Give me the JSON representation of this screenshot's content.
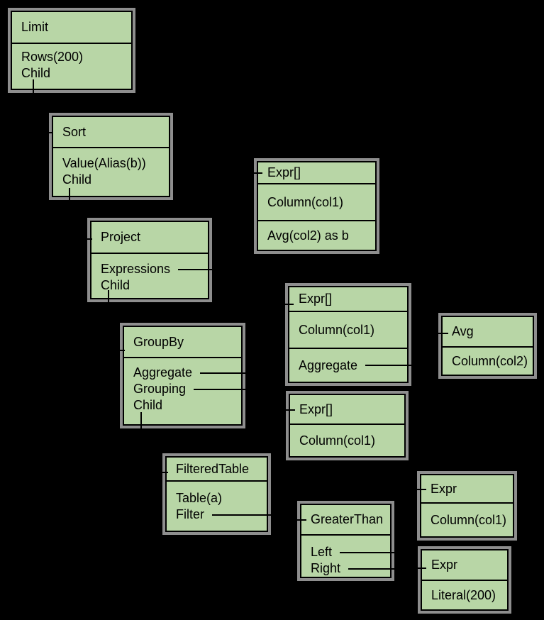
{
  "diagram": {
    "kind": "query-plan-tree",
    "colors": {
      "background": "#000000",
      "node_fill": "#b8d6a6",
      "node_shadow": "#8e8e8e",
      "node_border": "#000000",
      "connector": "#000000",
      "text": "#000000"
    },
    "nodes": {
      "limit": {
        "title": "Limit",
        "fields": [
          "Rows(200)",
          "Child"
        ]
      },
      "sort": {
        "title": "Sort",
        "fields": [
          "Value(Alias(b))",
          "Child"
        ]
      },
      "project": {
        "title": "Project",
        "fields": [
          "Expressions",
          "Child"
        ]
      },
      "groupby": {
        "title": "GroupBy",
        "fields": [
          "Aggregate",
          "Grouping",
          "Child"
        ]
      },
      "filteredtable": {
        "title": "FilteredTable",
        "fields": [
          "Table(a)",
          "Filter"
        ]
      },
      "greaterthan": {
        "title": "GreaterThan",
        "fields": [
          "Left",
          "Right"
        ]
      },
      "expr_list_1": {
        "title": "Expr[]",
        "fields": [
          "Column(col1)",
          "Avg(col2) as b"
        ]
      },
      "expr_list_2": {
        "title": "Expr[]",
        "fields": [
          "Column(col1)",
          "Aggregate"
        ]
      },
      "expr_list_3": {
        "title": "Expr[]",
        "fields": [
          "Column(col1)"
        ]
      },
      "avg": {
        "title": "Avg",
        "fields": [
          "Column(col2)"
        ]
      },
      "expr_col1": {
        "title": "Expr",
        "fields": [
          "Column(col1)"
        ]
      },
      "expr_literal": {
        "title": "Expr",
        "fields": [
          "Literal(200)"
        ]
      }
    },
    "edges": [
      {
        "from": "limit.Child",
        "to": "sort"
      },
      {
        "from": "sort.Child",
        "to": "project"
      },
      {
        "from": "project.Expressions",
        "to": "expr_list_1"
      },
      {
        "from": "project.Child",
        "to": "groupby"
      },
      {
        "from": "groupby.Aggregate",
        "to": "expr_list_2"
      },
      {
        "from": "groupby.Grouping",
        "to": "expr_list_3"
      },
      {
        "from": "groupby.Child",
        "to": "filteredtable"
      },
      {
        "from": "expr_list_2.Aggregate",
        "to": "avg"
      },
      {
        "from": "filteredtable.Filter",
        "to": "greaterthan"
      },
      {
        "from": "greaterthan.Left",
        "to": "expr_col1"
      },
      {
        "from": "greaterthan.Right",
        "to": "expr_literal"
      }
    ]
  }
}
